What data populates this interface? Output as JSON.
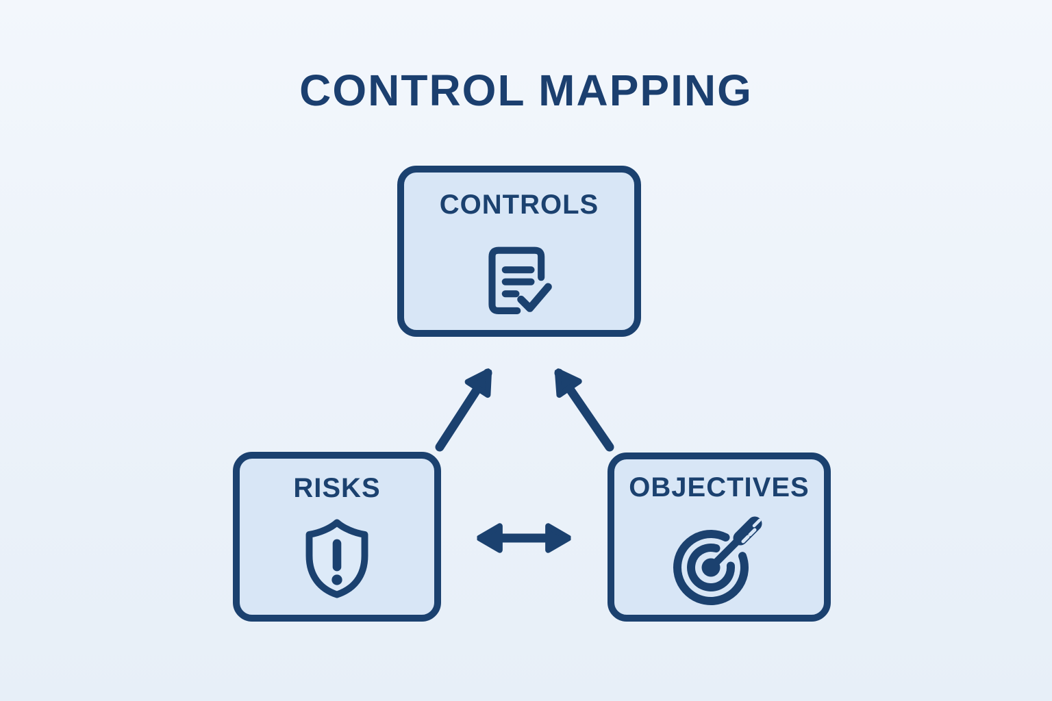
{
  "diagram": {
    "title": "CONTROL MAPPING",
    "nodes": [
      {
        "id": "controls",
        "label": "CONTROLS",
        "icon": "checklist-check-icon"
      },
      {
        "id": "risks",
        "label": "RISKS",
        "icon": "shield-exclamation-icon"
      },
      {
        "id": "objectives",
        "label": "OBJECTIVES",
        "icon": "target-dart-icon"
      }
    ],
    "edges": [
      {
        "from": "RISKS",
        "to": "CONTROLS",
        "style": "single-arrow"
      },
      {
        "from": "OBJECTIVES",
        "to": "CONTROLS",
        "style": "single-arrow"
      },
      {
        "from": "RISKS",
        "to": "OBJECTIVES",
        "style": "double-arrow"
      }
    ],
    "colors": {
      "navy": "#1b416f",
      "box_fill": "#d8e6f6",
      "shield_fill": "#ddeaf8",
      "background": "#edf3fa"
    }
  }
}
